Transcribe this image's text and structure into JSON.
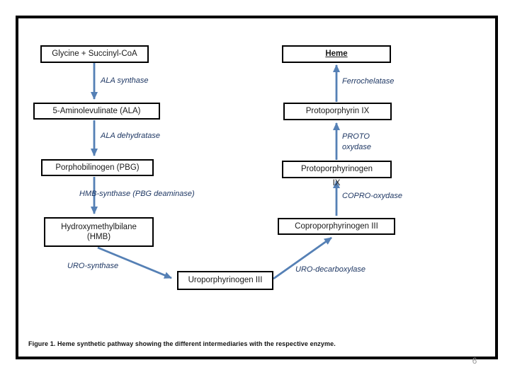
{
  "slide": {
    "page_number": "6"
  },
  "figure": {
    "caption": "Figure 1. Heme synthetic pathway showing the different intermediaries with the respective enzyme.",
    "colors": {
      "arrow": "#5580b5",
      "enzyme_text": "#1f3864",
      "box_border": "#000000"
    },
    "nodes": {
      "glycine": {
        "label": "Glycine + Succinyl-CoA"
      },
      "ala": {
        "label": "5-Aminolevulinate (ALA)"
      },
      "pbg": {
        "label": "Porphobilinogen (PBG)"
      },
      "hmb": {
        "line1": "Hydroxymethylbilane",
        "line2": "(HMB)"
      },
      "uro": {
        "label": "Uroporphyrinogen III"
      },
      "copro": {
        "label": "Coproporphyrinogen III"
      },
      "protogen": {
        "label": "Protoporphyrinogen",
        "overflow": "IX"
      },
      "proto": {
        "label": "Protoporphyrin IX"
      },
      "heme": {
        "label": "Heme"
      }
    },
    "enzymes": {
      "ala_synthase": "ALA synthase",
      "ala_dehydratase": "ALA dehydratase",
      "hmb_synthase": "HMB-synthase (PBG deaminase)",
      "uro_synthase": "URO-synthase",
      "uro_decarboxylase": "URO-decarboxylase",
      "copro_oxydase": "COPRO-oxydase",
      "proto_oxydase": "PROTO oxydase",
      "ferrochelatase": "Ferrochelatase"
    }
  }
}
